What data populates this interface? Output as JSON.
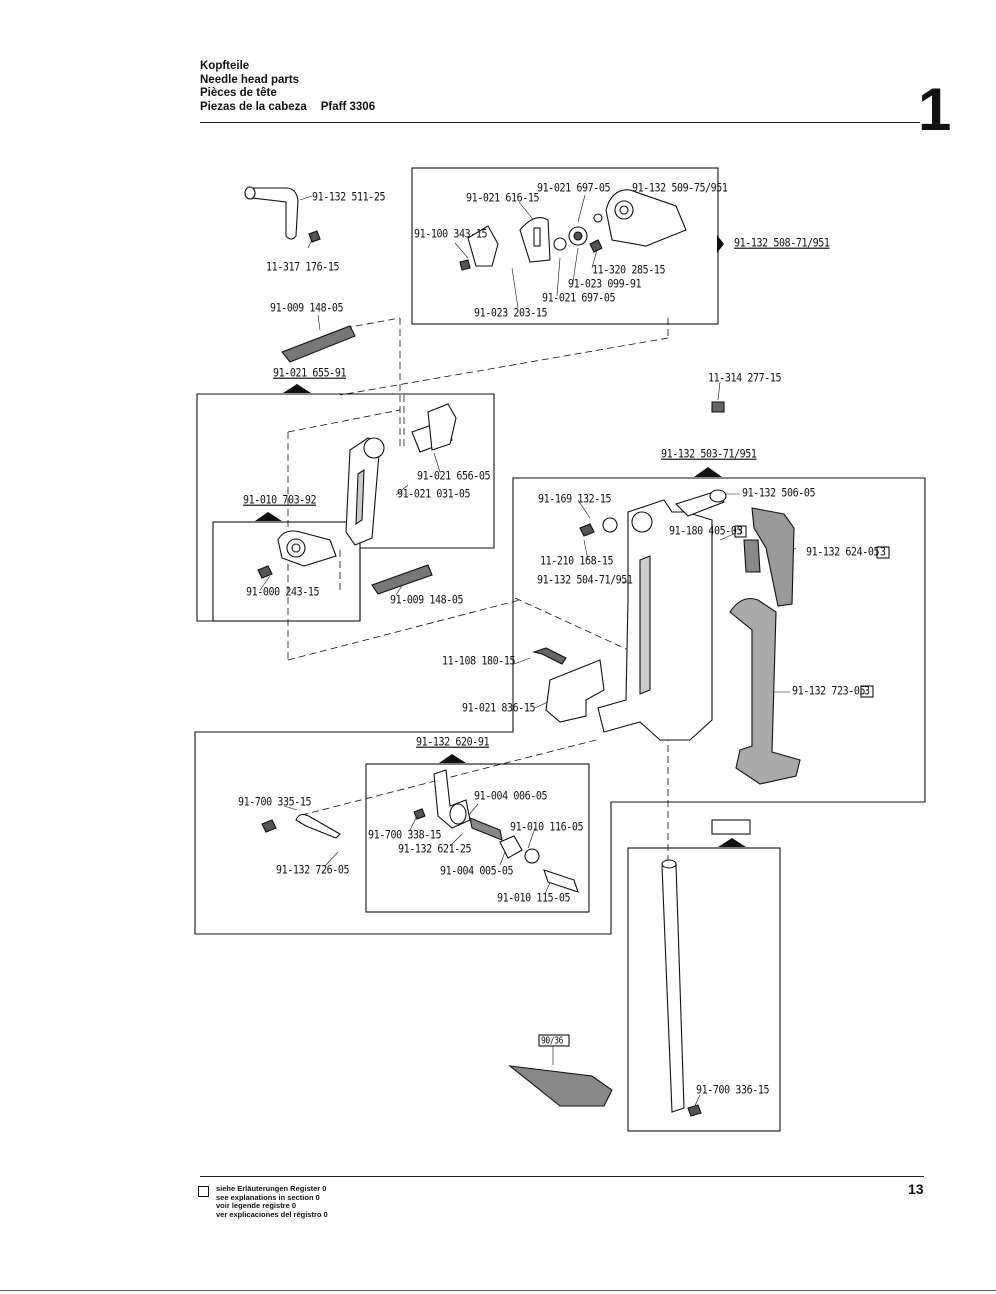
{
  "header": {
    "line1": "Kopfteile",
    "line2": "Needle head parts",
    "line3": "Pièces de tête",
    "line4": "Piezas de la cabeza",
    "model": "Pfaff 3306",
    "section_number": "1"
  },
  "labels": {
    "p_91_132_511_25": "91-132 511-25",
    "p_11_317_176_15": "11-317 176-15",
    "p_91_009_148_05_a": "91-009 148-05",
    "p_91_021_655_91": "91-021 655-91",
    "p_91_021_697_05_a": "91-021 697-05",
    "p_91_132_509_75_951": "91-132 509-75/951",
    "p_91_021_616_15": "91-021 616-15",
    "p_91_100_343_15": "91-100 343-15",
    "p_11_320_285_15": "11-320 285-15",
    "p_91_023_099_91": "91-023 099-91",
    "p_91_021_697_05_b": "91-021 697-05",
    "p_91_023_203_15": "91-023 203-15",
    "p_91_132_508_71_951": "91-132 508-71/951",
    "p_11_314_277_15": "11-314 277-15",
    "p_91_021_656_05": "91-021 656-05",
    "p_91_021_031_05": "91-021 031-05",
    "p_91_010_703_92": "91-010 703-92",
    "p_91_000_243_15": "91-000 243-15",
    "p_91_009_148_05_b": "91-009 148-05",
    "p_91_132_503_71_951": "91-132 503-71/951",
    "p_91_169_132_15": "91-169 132-15",
    "p_91_132_506_05": "91-132 506-05",
    "p_91_180_405_05": "91-180 405-05",
    "p_91_132_624_05": "91-132 624-05",
    "p_11_210_168_15": "11-210 168-15",
    "p_91_132_504_71_951": "91-132 504-71/951",
    "p_11_108_180_15": "11-108 180-15",
    "p_91_021_836_15": "91-021 836-15",
    "p_91_132_723_05": "91-132 723-05",
    "p_91_132_620_91": "91-132 620-91",
    "p_91_700_335_15": "91-700 335-15",
    "p_91_004_006_05": "91-004 006-05",
    "p_91_700_338_15": "91-700 338-15",
    "p_91_010_116_05": "91-010 116-05",
    "p_91_132_621_25": "91-132 621-25",
    "p_91_132_726_05": "91-132 726-05",
    "p_91_004_005_05": "91-004 005-05",
    "p_91_010_115_05": "91-010 115-05",
    "p_90_36": "90/36",
    "p_91_700_336_15": "91-700 336-15",
    "ref_3": "3"
  },
  "footer": {
    "line1": "siehe Erläuterungen Register 0",
    "line2": "see explanations in section 0",
    "line3": "voir legende registre 0",
    "line4": "ver explicaciones del régistro 0",
    "page_number": "13"
  }
}
